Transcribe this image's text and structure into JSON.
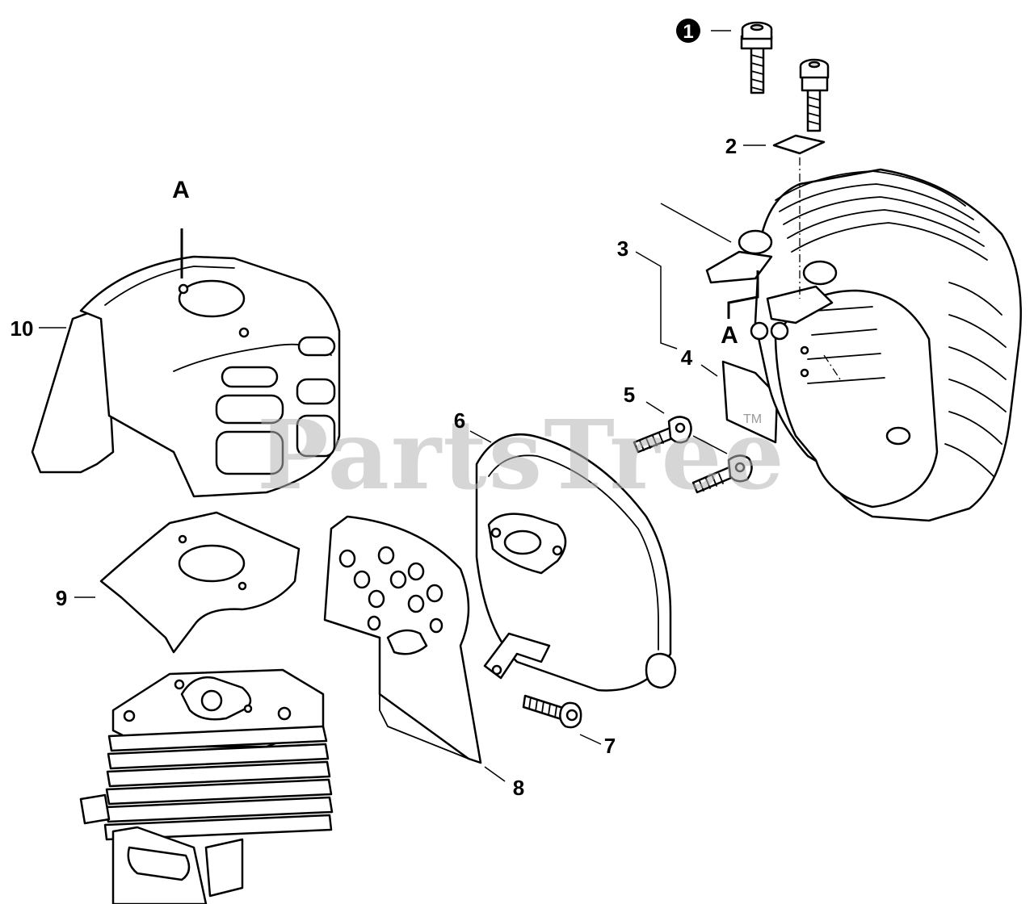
{
  "watermark": "PartsTree",
  "trademark": "TM",
  "callout_labels": {
    "p1": "1",
    "p2": "2",
    "p3": "3",
    "p4": "4",
    "p5": "5",
    "p6": "6",
    "p7": "7",
    "p8": "8",
    "p9": "9",
    "p10": "10",
    "ref_a_left": "A",
    "ref_a_right": "A"
  }
}
